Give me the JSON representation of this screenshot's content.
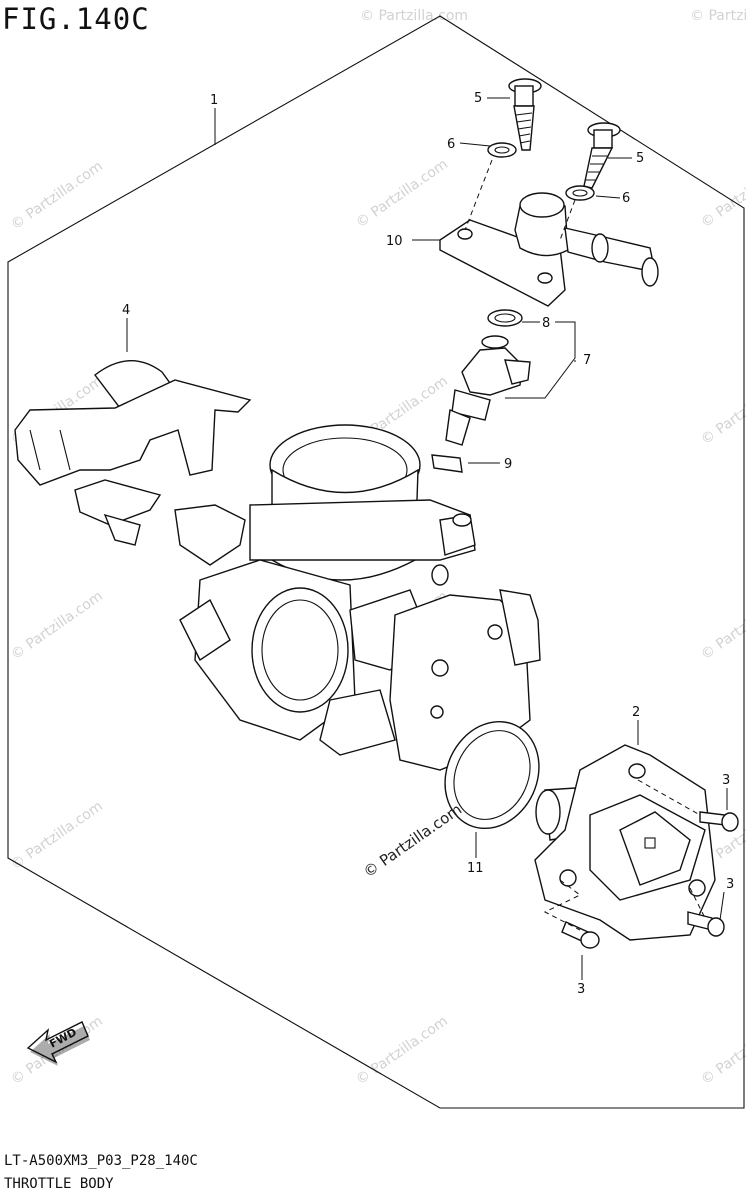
{
  "figure": {
    "title": "FIG.140C"
  },
  "footer": {
    "code": "LT-A500XM3_P03_P28_140C",
    "name": "THROTTLE BODY"
  },
  "fwd_label": "FWD",
  "watermark": {
    "text": "© Partzilla.com"
  },
  "callouts": [
    {
      "id": "c1",
      "label": "1"
    },
    {
      "id": "c2",
      "label": "2"
    },
    {
      "id": "c3a",
      "label": "3"
    },
    {
      "id": "c3b",
      "label": "3"
    },
    {
      "id": "c3c",
      "label": "3"
    },
    {
      "id": "c4",
      "label": "4"
    },
    {
      "id": "c5a",
      "label": "5"
    },
    {
      "id": "c5b",
      "label": "5"
    },
    {
      "id": "c6a",
      "label": "6"
    },
    {
      "id": "c6b",
      "label": "6"
    },
    {
      "id": "c7",
      "label": "7"
    },
    {
      "id": "c8",
      "label": "8"
    },
    {
      "id": "c9",
      "label": "9"
    },
    {
      "id": "c10",
      "label": "10"
    },
    {
      "id": "c11",
      "label": "11"
    }
  ]
}
